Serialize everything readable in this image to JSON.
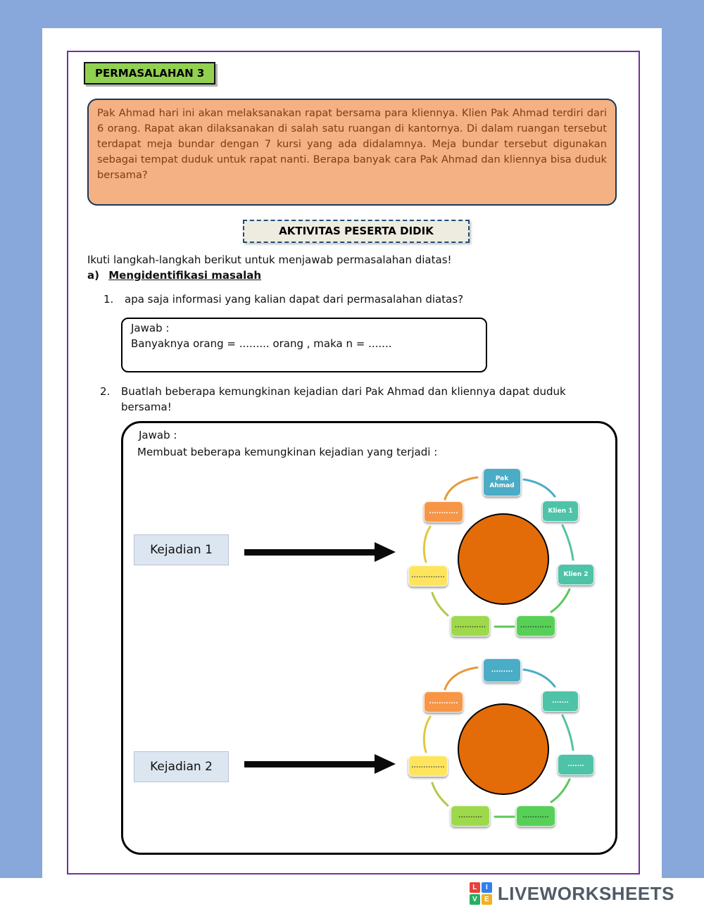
{
  "page": {
    "permasalahan_label": "PERMASALAHAN 3",
    "problem_text": "Pak Ahmad hari ini akan melaksanakan rapat bersama para kliennya. Klien Pak Ahmad terdiri dari 6 orang. Rapat akan dilaksanakan di salah satu ruangan di kantornya. Di dalam ruangan tersebut terdapat meja bundar dengan 7 kursi yang ada didalamnya. Meja bundar tersebut digunakan sebagai tempat duduk untuk rapat nanti. Berapa banyak cara Pak Ahmad dan kliennya bisa duduk bersama?",
    "activity_title": "AKTIVITAS PESERTA  DIDIK",
    "instruction": "Ikuti langkah-langkah berikut untuk menjawab permasalahan diatas!",
    "section_a_label": "a)",
    "section_a_title": "Mengidentifikasi masalah"
  },
  "question1": {
    "number": "1.",
    "text": "apa saja informasi yang kalian dapat dari permasalahan diatas?",
    "answer_label": "Jawab :",
    "answer_line": "Banyaknya orang = .........  orang , maka n = ......."
  },
  "question2": {
    "number": "2.",
    "text": "Buatlah beberapa kemungkinan kejadian dari Pak Ahmad dan kliennya dapat duduk bersama!",
    "answer_label": "Jawab :",
    "answer_subtitle": "Membuat beberapa kemungkinan kejadian yang terjadi :"
  },
  "diagrams": [
    {
      "label": "Kejadian 1",
      "nodes": {
        "top_line1": "Pak",
        "top_line2": "Ahmad",
        "top_left": "............",
        "right_top": "Klien 1",
        "left": "..............",
        "right": "Klien 2",
        "bottom_left": ".............",
        "bottom_right": "............."
      }
    },
    {
      "label": "Kejadian 2",
      "nodes": {
        "top_line1": ".........",
        "top_line2": "",
        "top_left": "............",
        "right_top": ".......",
        "left": "..............",
        "right": ".......",
        "bottom_left": "..........",
        "bottom_right": "..........."
      }
    }
  ],
  "footer": {
    "logo_letters": [
      "L",
      "I",
      "V",
      "E"
    ],
    "logo_text": "LIVEWORKSHEETS"
  },
  "colors": {
    "background_blue": "#88A7DB",
    "frame_purple": "#7030A0",
    "label_green": "#92D050",
    "problem_box_bg": "#F4B183",
    "problem_box_border": "#17365D",
    "problem_text": "#843C0C",
    "activity_box_bg": "#EEECE1",
    "activity_box_border": "#1F4E79",
    "table_orange": "#E36C09",
    "node_teal": "#4BACC6",
    "node_teal_green": "#4EC3A8",
    "node_orange": "#F79646",
    "node_yellow": "#FFE45E",
    "node_green": "#57D057",
    "node_light_green": "#9ED94C",
    "kejadian_label_bg": "#DCE6F1"
  }
}
